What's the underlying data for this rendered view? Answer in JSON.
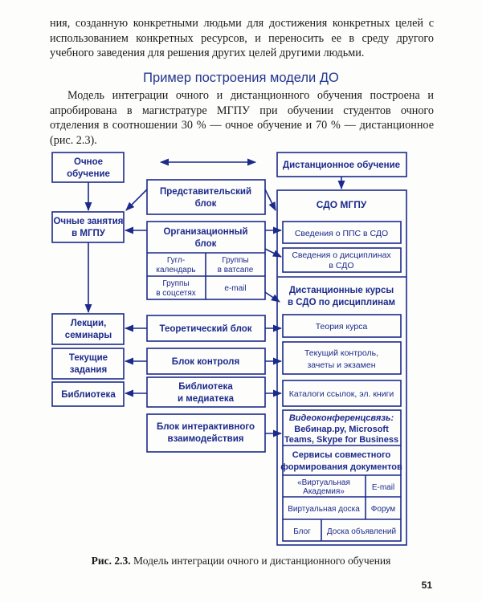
{
  "intro_text": "ния, созданную конкретными людьми для достижения конкретных целей с использованием конкретных ресурсов, и переносить ее в среду другого учебного заведения для решения других целей другими людьми.",
  "section_heading": "Пример построения модели ДО",
  "paragraph": "Модель интеграции очного и дистанционного обучения построена и апробирована в магистратуре МГПУ при обучении студентов очного отделения в соотношении 30 % — очное обучение и 70 % — дистанционное (рис. 2.3).",
  "diagram": {
    "left": {
      "fulltime": [
        "Очное",
        "обучение"
      ],
      "classes": [
        "Очные занятия",
        "в МГПУ"
      ],
      "lectures": [
        "Лекции,",
        "семинары"
      ],
      "tasks": [
        "Текущие",
        "задания"
      ],
      "library": "Библиотека"
    },
    "middle": {
      "representative": [
        "Представительский",
        "блок"
      ],
      "organizational": [
        "Организационный",
        "блок"
      ],
      "org_cells": {
        "calendar": [
          "Гугл-",
          "календарь"
        ],
        "whatsapp": [
          "Группы",
          "в ватсапе"
        ],
        "social": [
          "Группы",
          "в соцсетях"
        ],
        "email": "e-mail"
      },
      "theoretical": "Теоретический блок",
      "control": "Блок контроля",
      "library_media": [
        "Библиотека",
        "и медиатека"
      ],
      "interactive": [
        "Блок интерактивного",
        "взаимодействия"
      ]
    },
    "right": {
      "distance": "Дистанционное обучение",
      "sdo": "СДО МГПУ",
      "pps": "Сведения о ППС в СДО",
      "disciplines": [
        "Сведения о дисциплинах",
        "в СДО"
      ],
      "courses": [
        "Дистанционные курсы",
        "в СДО по дисциплинам"
      ],
      "theory": "Теория курса",
      "current_control": [
        "Текущий контроль,",
        "зачеты и экзамен"
      ],
      "catalogs": "Каталоги ссылок, эл. книги",
      "videoconf_title": "Видеоконференцсвязь:",
      "videoconf_items": [
        "Вебинар.ру, Microsoft",
        "Teams, Skype for Business"
      ],
      "collab": [
        "Сервисы совместного",
        "формирования документов"
      ],
      "virtual_academy": [
        "«Виртуальная",
        "Академия»"
      ],
      "email": "E-mail",
      "whiteboard": "Виртуальная доска",
      "forum": "Форум",
      "blog": "Блог",
      "board": "Доска объявлений"
    }
  },
  "caption_label": "Рис. 2.3.",
  "caption_text": "Модель интеграции очного и дистанционного обучения",
  "page_number": "51",
  "colors": {
    "diagram": "#1c2a8c",
    "heading": "#23358f",
    "text": "#1c1c1c"
  }
}
